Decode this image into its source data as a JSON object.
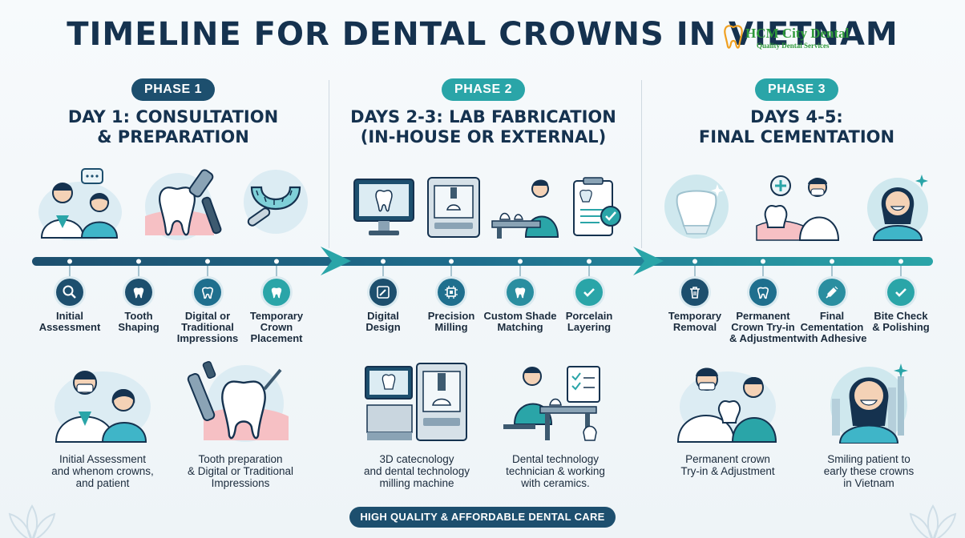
{
  "title": "TIMELINE FOR DENTAL CROWNS IN VIETNAM",
  "logo": {
    "text": "HCM City Dental",
    "subtitle": "Quality Dental Services",
    "color": "#2f9a3a"
  },
  "colors": {
    "navy": "#1d4f6e",
    "teal": "#2aa5a8",
    "dark_text": "#15324f"
  },
  "phases": [
    {
      "badge": "PHASE 1",
      "title_line1": "DAY 1: CONSULTATION",
      "title_line2": "& PREPARATION",
      "badge_color": "#1d4f6e"
    },
    {
      "badge": "PHASE 2",
      "title_line1": "DAYS 2-3: LAB FABRICATION",
      "title_line2": "(IN-HOUSE OR EXTERNAL)",
      "badge_color": "#2aa5a8"
    },
    {
      "badge": "PHASE 3",
      "title_line1": "DAYS 4-5:",
      "title_line2": "FINAL CEMENTATION",
      "badge_color": "#2aa5a8"
    }
  ],
  "steps": [
    {
      "line1": "Initial",
      "line2": "Assessment",
      "line3": "",
      "icon": "magnifier-tooth-icon"
    },
    {
      "line1": "Tooth",
      "line2": "Shaping",
      "line3": "",
      "icon": "tooth-icon"
    },
    {
      "line1": "Digital or",
      "line2": "Traditional",
      "line3": "Impressions",
      "icon": "tooth-icon"
    },
    {
      "line1": "Temporary",
      "line2": "Crown",
      "line3": "Placement",
      "icon": "tooth-icon"
    },
    {
      "line1": "Digital",
      "line2": "Design",
      "line3": "",
      "icon": "design-pen-icon"
    },
    {
      "line1": "Precision",
      "line2": "Milling",
      "line3": "",
      "icon": "chip-icon"
    },
    {
      "line1": "Custom Shade",
      "line2": "Matching",
      "line3": "",
      "icon": "tooth-icon"
    },
    {
      "line1": "Porcelain",
      "line2": "Layering",
      "line3": "",
      "icon": "check-icon"
    },
    {
      "line1": "Temporary",
      "line2": "Removal",
      "line3": "",
      "icon": "trash-icon"
    },
    {
      "line1": "Permanent",
      "line2": "Crown Try-in",
      "line3": "& Adjustment",
      "icon": "tooth-icon"
    },
    {
      "line1": "Final",
      "line2": "Cementation",
      "line3": "with Adhesive",
      "icon": "syringe-icon"
    },
    {
      "line1": "Bite Check",
      "line2": "& Polishing",
      "line3": "",
      "icon": "check-icon"
    }
  ],
  "captions": [
    {
      "line1": "Initial Assessment",
      "line2": "and whenom crowns,",
      "line3": "and patient"
    },
    {
      "line1": "Tooth preparation",
      "line2": "& Digital or Traditional",
      "line3": "Impressions"
    },
    {
      "line1": "3D catecnology",
      "line2": "and dental technology",
      "line3": "milling machine"
    },
    {
      "line1": "Dental technology",
      "line2": "technician & working",
      "line3": "with ceramics."
    },
    {
      "line1": "Permanent crown",
      "line2": "Try-in & Adjustment",
      "line3": ""
    },
    {
      "line1": "Smiling patient to",
      "line2": "early these crowns",
      "line3": "in Vietnam"
    }
  ],
  "footer": "HIGH QUALITY & AFFORDABLE DENTAL CARE"
}
